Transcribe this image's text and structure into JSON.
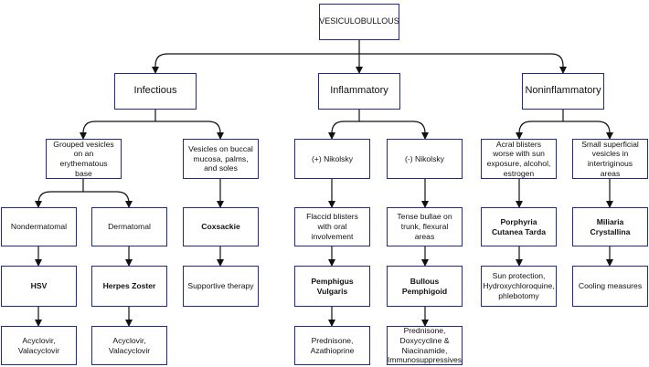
{
  "nodes": {
    "root": "VESICULOBULLOUS",
    "infectious": "Infectious",
    "inflammatory": "Inflammatory",
    "noninflammatory": "Noninflammatory",
    "grouped": "Grouped vesicles on an erythematous base",
    "buccal": "Vesicles on buccal mucosa, palms, and soles",
    "nik_pos": "(+) Nikolsky",
    "nik_neg": "(-) Nikolsky",
    "acral": "Acral blisters worse with sun exposure, alcohol, estrogen",
    "small_sup": "Small superficial vesicles in intertriginous areas",
    "nondermatomal": "Nondermatomal",
    "dermatomal": "Dermatomal",
    "coxsackie": "Coxsackie",
    "flaccid": "Flaccid blisters with oral involvement",
    "tense": "Tense bullae on trunk, flexural areas",
    "porphyria": "Porphyria Cutanea Tarda",
    "miliaria": "Miliaria Crystallina",
    "hsv": "HSV",
    "herpes_zoster": "Herpes Zoster",
    "supportive": "Supportive therapy",
    "pemphigus": "Pemphigus Vulgaris",
    "bullous": "Bullous Pemphigoid",
    "sun_protection": "Sun protection, Hydroxychloroquine, phlebotomy",
    "cooling": "Cooling measures",
    "acyclovir_1": "Acyclovir, Valacyclovir",
    "acyclovir_2": "Acyclovir, Valacyclovir",
    "prednisone_aza": "Prednisone, Azathioprine",
    "prednisone_doxy": "Prednisone, Doxycycline & Niacinamide, Immunosuppressives"
  }
}
